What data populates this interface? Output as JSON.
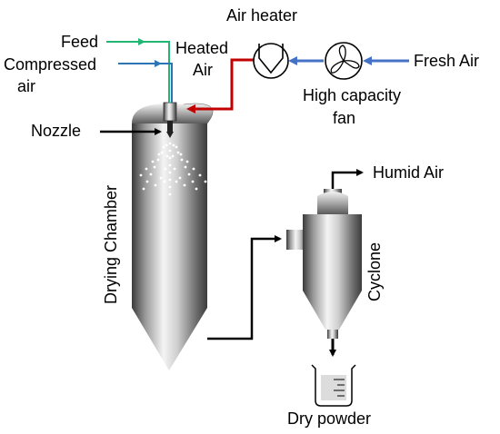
{
  "labels": {
    "feed": "Feed",
    "compressed_air_1": "Compressed",
    "compressed_air_2": "air",
    "heated_air_1": "Heated",
    "heated_air_2": "Air",
    "air_heater": "Air heater",
    "fresh_air": "Fresh Air",
    "fan_1": "High capacity",
    "fan_2": "fan",
    "nozzle": "Nozzle",
    "drying_chamber": "Drying Chamber",
    "humid_air": "Humid Air",
    "cyclone": "Cyclone",
    "dry_powder": "Dry powder"
  },
  "colors": {
    "feed_line": "#22b573",
    "compressed_air_line": "#2e75b6",
    "heated_air_line": "#c00000",
    "fresh_air_line": "#4472c4",
    "flow_line": "#000000"
  }
}
